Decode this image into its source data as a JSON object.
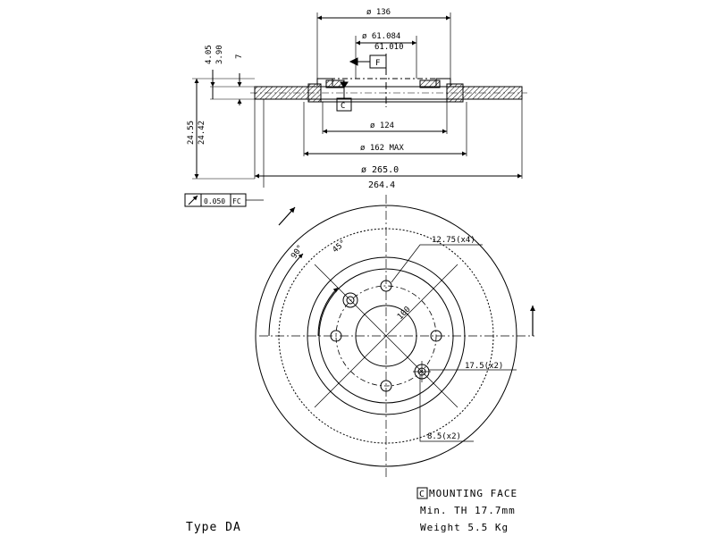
{
  "section": {
    "d136": "ø 136",
    "d61_084": "ø 61.084",
    "d61_010": "61.010",
    "d124": "ø 124",
    "d162": "ø 162 MAX",
    "d265": "ø 265.0",
    "d264": "264.4",
    "h4_05": "4.05",
    "h3_90": "3.90",
    "h7": "7",
    "h24_55": "24.55",
    "h24_42": "24.42",
    "datum_f": "F",
    "datum_c": "C",
    "runout_value": "0.050",
    "runout_ref": "FC"
  },
  "front": {
    "a90": "90°",
    "a45": "45°",
    "pcd": "100",
    "holes4": "12.75(x4)",
    "holes2a": "17.5(x2)",
    "holes2b": "8.5(x2)"
  },
  "notes": {
    "c_box": "C",
    "mounting": "MOUNTING FACE",
    "min_th": "Min. TH 17.7mm",
    "weight": "Weight 5.5 Kg"
  },
  "type_label": "Type DA"
}
